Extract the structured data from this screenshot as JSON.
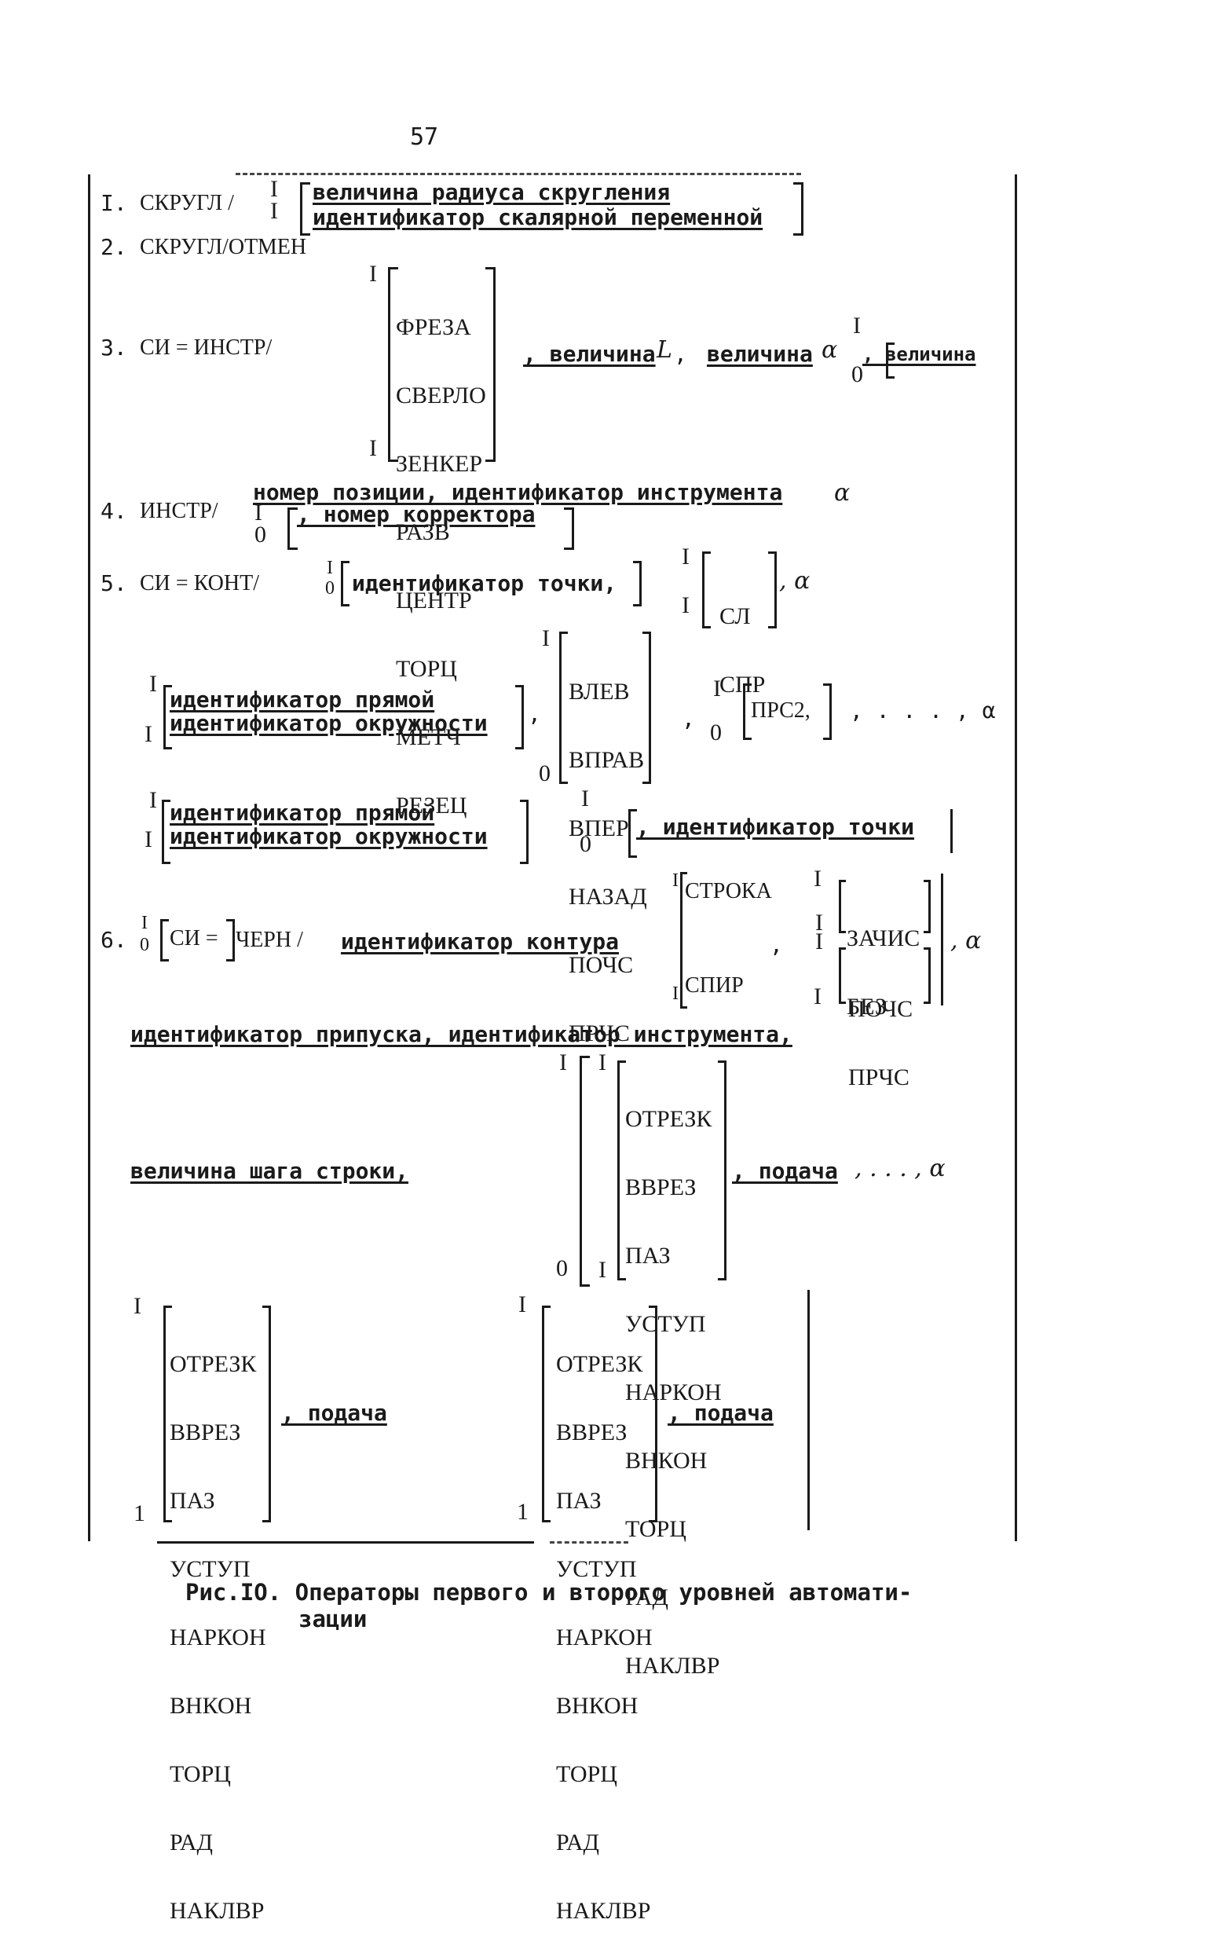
{
  "page_number": "57",
  "op1": {
    "num": "I.",
    "name": "СКРУГЛ /",
    "lim_top": "I",
    "lim_bot": "I",
    "alt1": "величина радиуса скругления",
    "alt2": "идентификатор скалярной переменной"
  },
  "op2": {
    "num": "2.",
    "name": "СКРУГЛ/ОТМЕН"
  },
  "op3": {
    "num": "3.",
    "name": "СИ = ИНСТР/",
    "lim_top": "I",
    "lim_bot": "I",
    "tools": [
      "ФРЕЗА",
      "СВЕРЛО",
      "ЗЕНКЕР",
      "РАЗВ",
      "ЦЕНТР",
      "ТОРЦ",
      "МЕТЧ",
      "РЕЗЕЦ"
    ],
    "param1": ", величина",
    "sym1": "L",
    "sep": ",",
    "param2": "величина",
    "sym2": "α",
    "lim2_top": "I",
    "lim2_bot": "0",
    "param3": ", величина"
  },
  "op4": {
    "num": "4.",
    "name": "ИНСТР/",
    "line1": "номер позиции, идентификатор инструмента",
    "sym": "α",
    "lim_top": "I",
    "lim_bot": "0",
    "opt": ", номер корректора"
  },
  "op5": {
    "num": "5.",
    "name": "СИ = КОНТ/",
    "lim_top": "I",
    "lim_bot": "0",
    "opt": "идентификатор точки,",
    "dir_top": "I",
    "dir_bot": "I",
    "dirs": [
      "СЛ",
      "СПР"
    ],
    "tail_sym": ", α",
    "row2_lim_top": "I",
    "row2_lim_bot": "I",
    "alt1": "идентификатор прямой",
    "alt2": "идентификатор окружности",
    "moves_top": "I",
    "moves_bot": "0",
    "moves": [
      "ВЛЕВ",
      "ВПРАВ",
      "ВПЕР",
      "НАЗАД",
      "ПОЧС",
      "ПРЧС"
    ],
    "prs_top": "I",
    "prs_bot": "0",
    "prs": "ПРС2,",
    "ellipsis": ", . . . , α",
    "row3_lim_top": "I",
    "row3_lim_bot": "I",
    "row3_alt1": "идентификатор прямой",
    "row3_alt2": "идентификатор окружности",
    "pt_top": "I",
    "pt_bot": "0",
    "pt": ", идентификатор точки"
  },
  "op6": {
    "num": "6.",
    "lim_top": "I",
    "lim_bot": "0",
    "opt": "СИ =",
    "name": "ЧЕРН /",
    "contour": "идентификатор контура",
    "mode_top": "I",
    "mode_bot": "I",
    "mode1": "СТРОКА",
    "mode2": "СПИР",
    "comma": ",",
    "a_top": "I",
    "a_mid1": "I",
    "a_mid2": "I",
    "a_bot": "I",
    "zach": [
      "ЗАЧИС",
      "БЕЗ"
    ],
    "poch": [
      "ПОЧС",
      "ПРЧС"
    ],
    "tail": ", α",
    "line2": "идентификатор припуска, идентификатор инструмента,",
    "step": "величина шага строки,",
    "outer_top": "I",
    "outer_bot": "0",
    "inner_top": "I",
    "inner_bot": "I",
    "cuts": [
      "ОТРЕЗК",
      "ВВРЕЗ",
      "ПАЗ",
      "УСТУП",
      "НАРКОН",
      "ВНКОН",
      "ТОРЦ",
      "РАД",
      "НАКЛВР"
    ],
    "feed_tail1": ", подача",
    "feed_tail2": ", . . . , α",
    "b1_top": "I",
    "b1_bot": "1",
    "b2_top": "I",
    "b2_bot": "1",
    "feed1": ", подача",
    "feed2": ", подача"
  },
  "caption_line1": "Рис.IO. Операторы первого и второго уровней автомати-",
  "caption_line2": "зации"
}
